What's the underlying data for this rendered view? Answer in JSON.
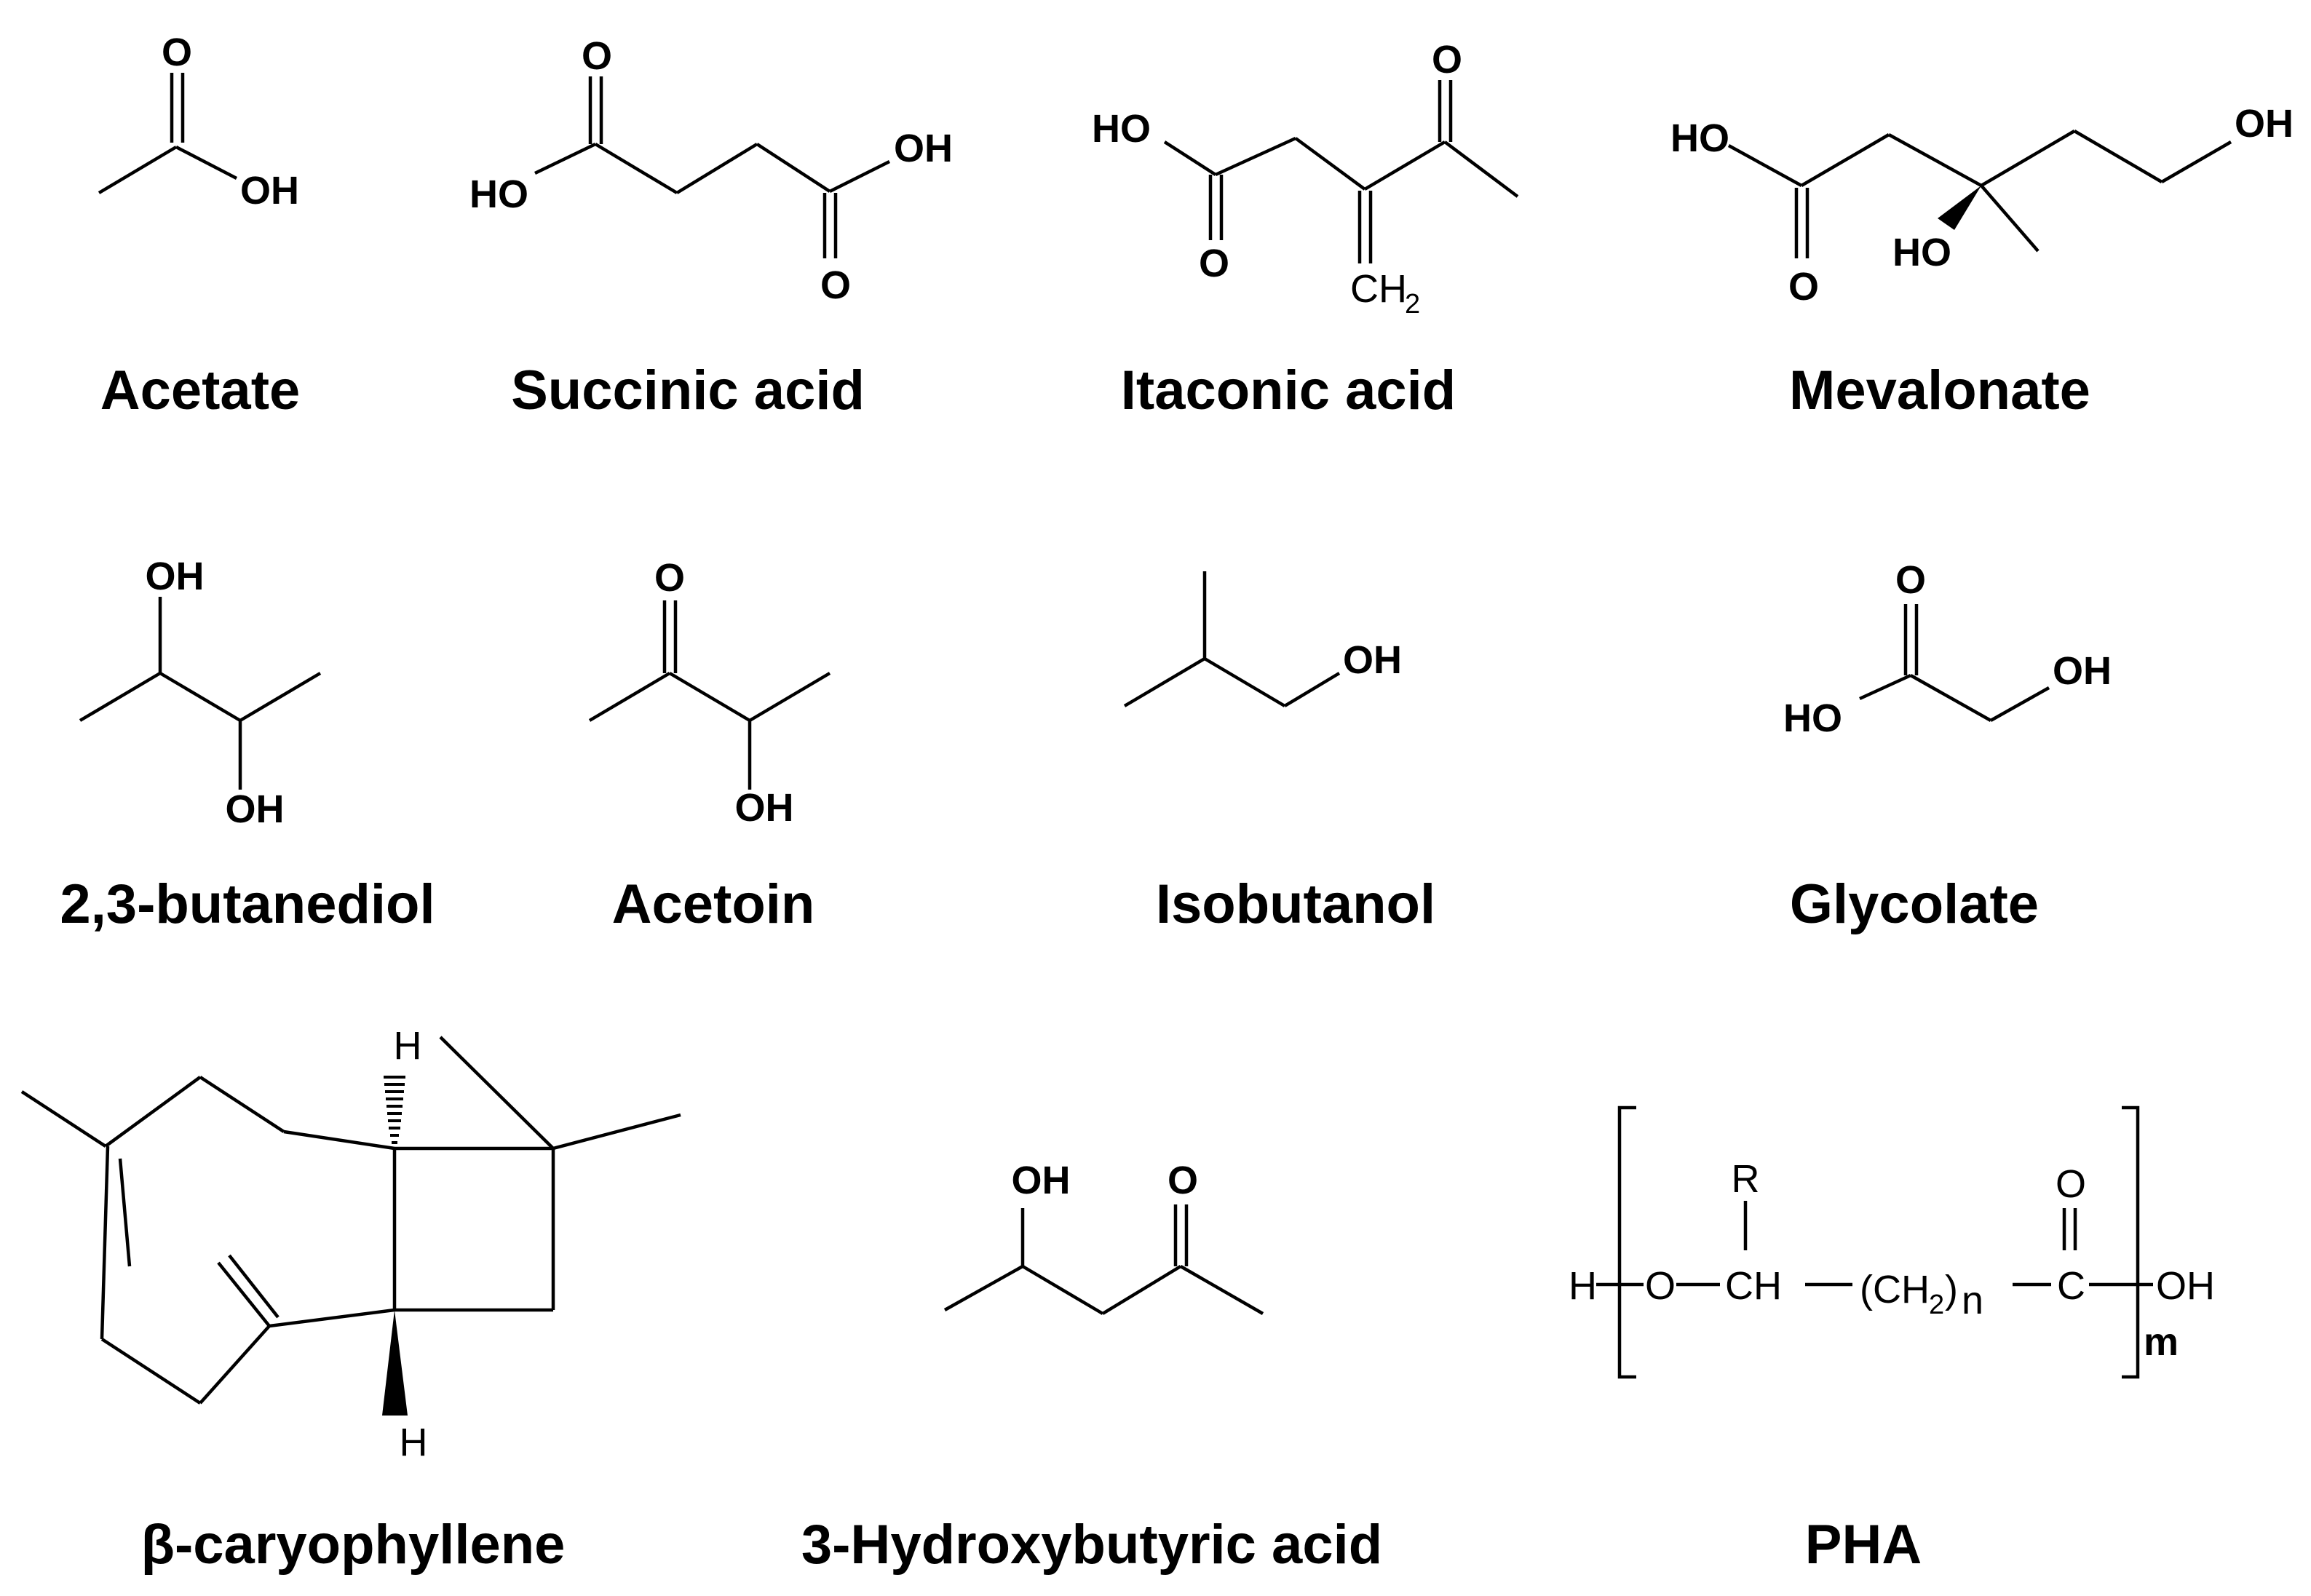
{
  "compounds": [
    {
      "id": "acetate",
      "name": "Acetate",
      "atoms": {
        "o": "O",
        "oh": "OH"
      }
    },
    {
      "id": "succinic",
      "name": "Succinic acid",
      "atoms": {
        "o1": "O",
        "ho": "HO",
        "oh": "OH",
        "o2": "O"
      }
    },
    {
      "id": "itaconic",
      "name": "Itaconic acid",
      "atoms": {
        "ho": "HO",
        "o1": "O",
        "o2": "O",
        "ch2_c": "CH",
        "ch2_n": "2"
      }
    },
    {
      "id": "mevalonate",
      "name": "Mevalonate",
      "atoms": {
        "ho1": "HO",
        "oh": "OH",
        "o": "O",
        "ho2": "HO"
      }
    },
    {
      "id": "butanediol",
      "name": "2,3-butanediol",
      "atoms": {
        "oh1": "OH",
        "oh2": "OH"
      }
    },
    {
      "id": "acetoin",
      "name": "Acetoin",
      "atoms": {
        "o": "O",
        "oh": "OH"
      }
    },
    {
      "id": "isobutanol",
      "name": "Isobutanol",
      "atoms": {
        "oh": "OH"
      }
    },
    {
      "id": "glycolate",
      "name": "Glycolate",
      "atoms": {
        "o": "O",
        "ho": "HO",
        "oh": "OH"
      }
    },
    {
      "id": "caryophyllene",
      "name": "β-caryophyllene",
      "atoms": {
        "h1": "H",
        "h2": "H"
      }
    },
    {
      "id": "hydroxybutyric",
      "name": "3-Hydroxybutyric acid",
      "atoms": {
        "oh": "OH",
        "o": "O"
      }
    },
    {
      "id": "pha",
      "name": "PHA",
      "atoms": {
        "h": "H",
        "o_link": "O",
        "ch": "CH",
        "r": "R",
        "ch2_open": "(CH",
        "ch2_sub": "2",
        "ch2_close": ")",
        "n": "n",
        "c": "C",
        "o_top": "O",
        "oh": "OH",
        "m": "m"
      }
    }
  ]
}
